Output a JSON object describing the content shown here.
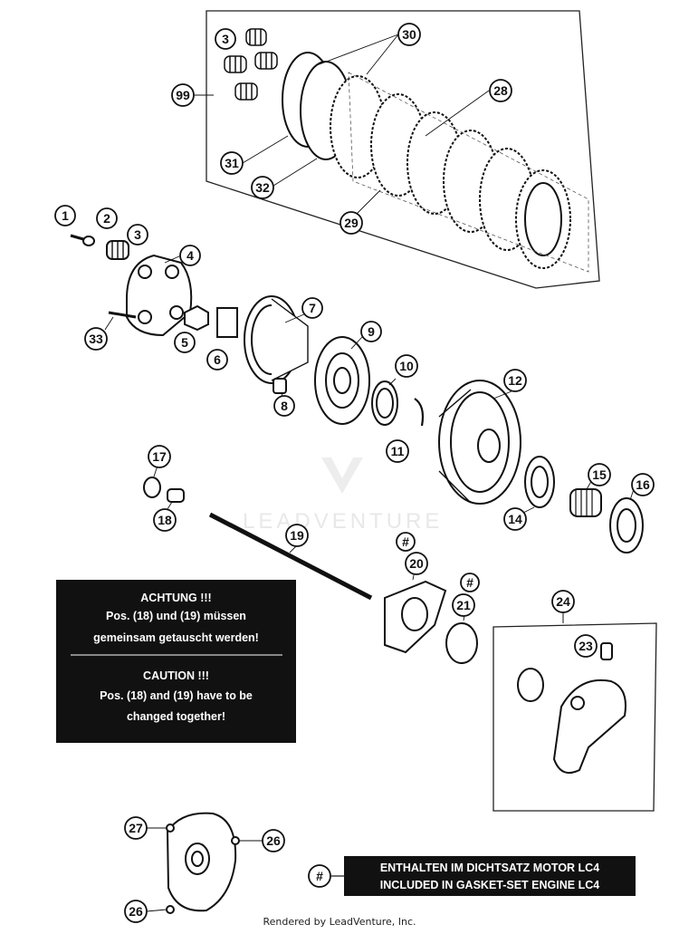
{
  "watermark": "LEADVENTURE",
  "footer": "Rendered by LeadVenture, Inc.",
  "callouts": {
    "c1": "1",
    "c2": "2",
    "c3a": "3",
    "c3b": "3",
    "c4": "4",
    "c5": "5",
    "c6": "6",
    "c7": "7",
    "c8": "8",
    "c9": "9",
    "c10": "10",
    "c11": "11",
    "c12": "12",
    "c14": "14",
    "c15": "15",
    "c16": "16",
    "c17": "17",
    "c18": "18",
    "c19": "19",
    "c20": "20",
    "c21": "21",
    "c23": "23",
    "c24": "24",
    "c26a": "26",
    "c26b": "26",
    "c27": "27",
    "c28": "28",
    "c29": "29",
    "c30": "30",
    "c31": "31",
    "c32": "32",
    "c33": "33",
    "c99": "99",
    "hash20": "#",
    "hash21": "#",
    "hash_legend": "#"
  },
  "notice": {
    "de_title": "ACHTUNG !!!",
    "de_line1": "Pos. (18) und (19) müssen",
    "de_line2": "gemeinsam getauscht werden!",
    "en_title": "CAUTION !!!",
    "en_line1": "Pos. (18) and (19) have to be",
    "en_line2": "changed together!"
  },
  "legend": {
    "line1": "ENTHALTEN IM DICHTSATZ MOTOR LC4",
    "line2": "INCLUDED IN GASKET-SET ENGINE LC4"
  }
}
